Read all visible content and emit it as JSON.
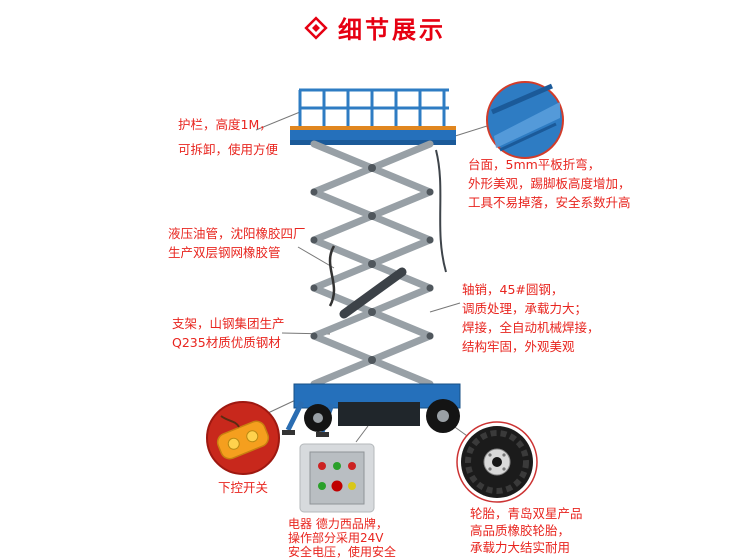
{
  "header": {
    "title": "细节展示",
    "icon": "diamond-icon"
  },
  "colors": {
    "accent_red": "#e60012",
    "callout_text_red": "#e8251f",
    "lift_blue": "#2e7cc3",
    "lift_blue_dark": "#1b5a99",
    "arm_gray": "#98a0a6",
    "remote_orange": "#f59f1e",
    "remote_bg_red": "#c8281c",
    "tire_black": "#1b1b1b"
  },
  "callouts": {
    "guardrail": {
      "text": "护栏，高度1M，\n可拆卸，使用方便"
    },
    "platform": {
      "text": "台面，5mm平板折弯，\n外形美观，踢脚板高度增加，\n工具不易掉落，安全系数升高"
    },
    "hydraulic_hose": {
      "text": "液压油管，沈阳橡胶四厂\n生产双层钢网橡胶管"
    },
    "frame": {
      "text": "支架，山钢集团生产\nQ235材质优质钢材"
    },
    "axle_pin": {
      "text": "轴销，45#圆钢，\n调质处理，承载力大；\n焊接，全自动机械焊接，\n结构牢固，外观美观"
    },
    "lower_control": {
      "text": "下控开关"
    },
    "electric": {
      "text": "电器 德力西品牌，\n操作部分采用24V\n安全电压，使用安全"
    },
    "tire": {
      "text": "轮胎，青岛双星产品\n高品质橡胶轮胎，\n承载力大结实耐用"
    }
  }
}
